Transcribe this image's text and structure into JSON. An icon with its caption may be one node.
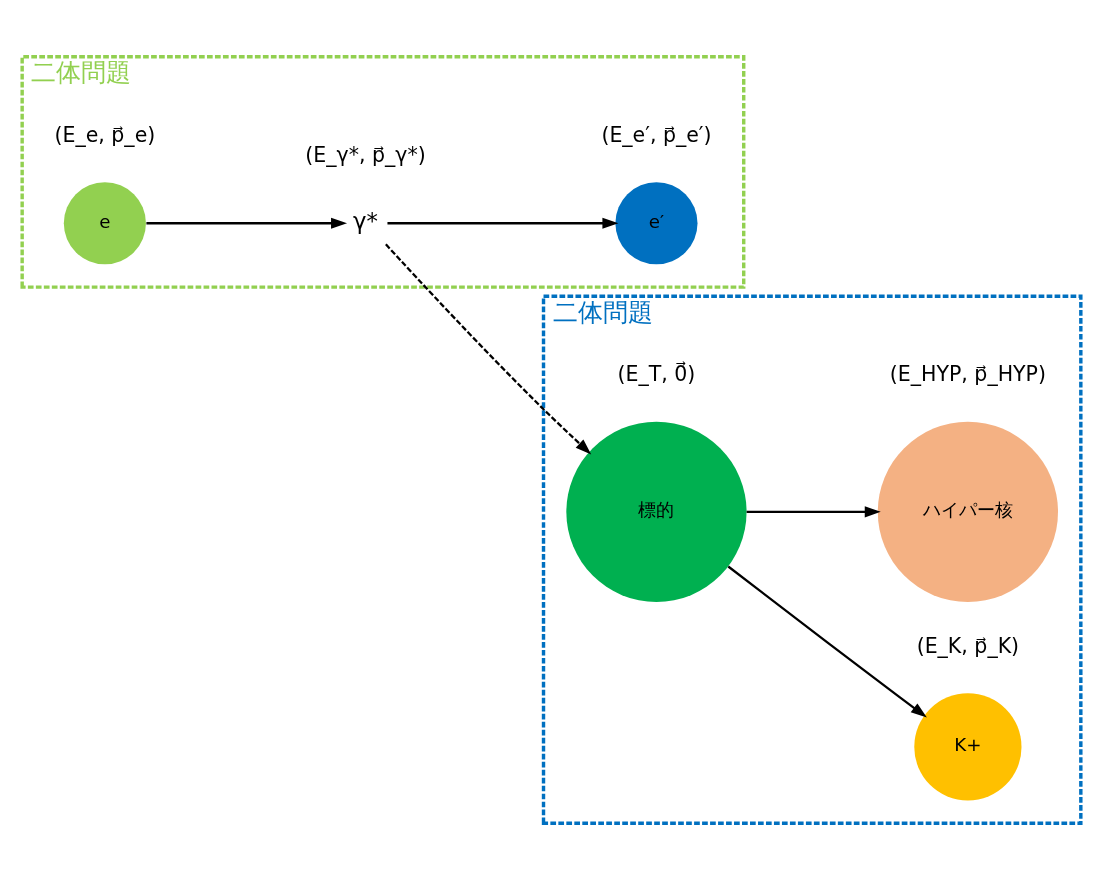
{
  "diagram": {
    "nodes": [
      {
        "text": [
          "二体問題"
        ]
      },
      {
        "text": [
          "二体問題"
        ]
      },
      {
        "text": [
          "e"
        ],
        "beside": [
          "(E_e, p⃗_e)"
        ],
        "in": 0
      },
      {
        "text": [
          "γ*"
        ],
        "beside": [
          "(E_γ*, p⃗_γ*)"
        ],
        "in": 0
      },
      {
        "text": [
          "e′"
        ],
        "beside": [
          "(E_e′, p⃗_e′)"
        ],
        "in": 0
      },
      {
        "text": [
          "標的"
        ],
        "beside": [
          "(E_T, 0⃗)"
        ],
        "in": 1
      },
      {
        "text": [
          "K+"
        ],
        "beside": [
          "(E_K, p⃗_K)"
        ],
        "in": 1
      },
      {
        "text": [
          "ハイパー核"
        ],
        "beside": [
          "(E_HYP, p⃗_HYP)"
        ],
        "in": 1
      }
    ],
    "edges": [
      {
        "from": 2,
        "to": 3,
        "arrow": "to"
      },
      {
        "from": 3,
        "to": 4,
        "arrow": "to"
      },
      {
        "from": 3,
        "to": 5,
        "arrow": "to",
        "style": "dashed"
      },
      {
        "from": 5,
        "to": 6,
        "arrow": "to"
      },
      {
        "from": 5,
        "to": 7,
        "arrow": "to"
      }
    ]
  }
}
